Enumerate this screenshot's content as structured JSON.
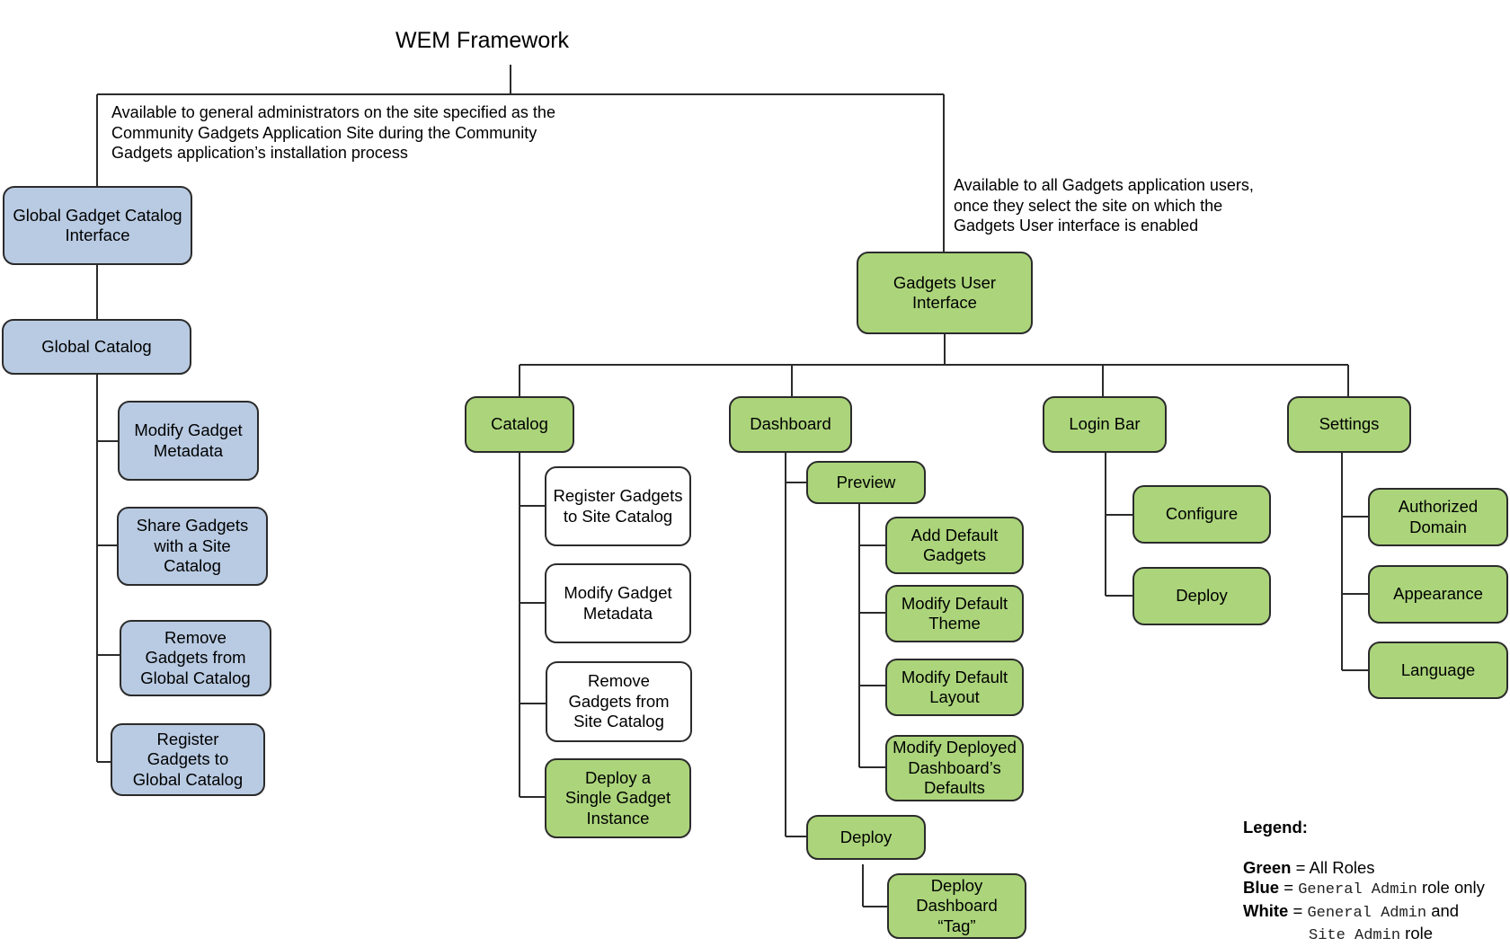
{
  "title": "WEM Framework",
  "notes": {
    "admin": "Available to general administrators on the site specified as the\nCommunity Gadgets Application Site during the Community\nGadgets application’s installation process",
    "users": "Available to all Gadgets application users,\nonce they select the site on which the\nGadgets User interface is enabled"
  },
  "colors": {
    "green": "#acd57b",
    "blue": "#b9cbe3",
    "white": "#ffffff",
    "line": "#2b2b2b"
  },
  "nodes": {
    "global_gadget_catalog_interface": "Global Gadget Catalog\nInterface",
    "global_catalog": "Global Catalog",
    "modify_gadget_metadata_global": "Modify Gadget\nMetadata",
    "share_gadgets": "Share Gadgets\nwith a Site\nCatalog",
    "remove_gadgets_global": "Remove\nGadgets from\nGlobal Catalog",
    "register_gadgets_global": "Register\nGadgets to\nGlobal Catalog",
    "gadgets_user_interface": "Gadgets User\nInterface",
    "catalog": "Catalog",
    "register_gadgets_site": "Register Gadgets\nto Site Catalog",
    "modify_gadget_metadata_site": "Modify Gadget\nMetadata",
    "remove_gadgets_site": "Remove\nGadgets from\nSite Catalog",
    "deploy_single_gadget": "Deploy a\nSingle Gadget\nInstance",
    "dashboard": "Dashboard",
    "preview": "Preview",
    "add_default_gadgets": "Add Default\nGadgets",
    "modify_default_theme": "Modify Default\nTheme",
    "modify_default_layout": "Modify Default\nLayout",
    "modify_deployed_defaults": "Modify Deployed\nDashboard’s\nDefaults",
    "deploy": "Deploy",
    "deploy_dashboard_tag": "Deploy\nDashboard\n“Tag”",
    "login_bar": "Login Bar",
    "configure": "Configure",
    "login_deploy": "Deploy",
    "settings": "Settings",
    "authorized_domain": "Authorized\nDomain",
    "appearance": "Appearance",
    "language": "Language"
  },
  "legend": {
    "title": "Legend:",
    "green_key": "Green",
    "green_text": " = All Roles",
    "blue_key": "Blue",
    "blue_eq": " = ",
    "blue_role": "General Admin",
    "blue_text": " role only",
    "white_key": "White",
    "white_eq": " = ",
    "white_role": "General Admin",
    "white_and": " and",
    "white_role2": "Site Admin",
    "white_text": " role"
  }
}
